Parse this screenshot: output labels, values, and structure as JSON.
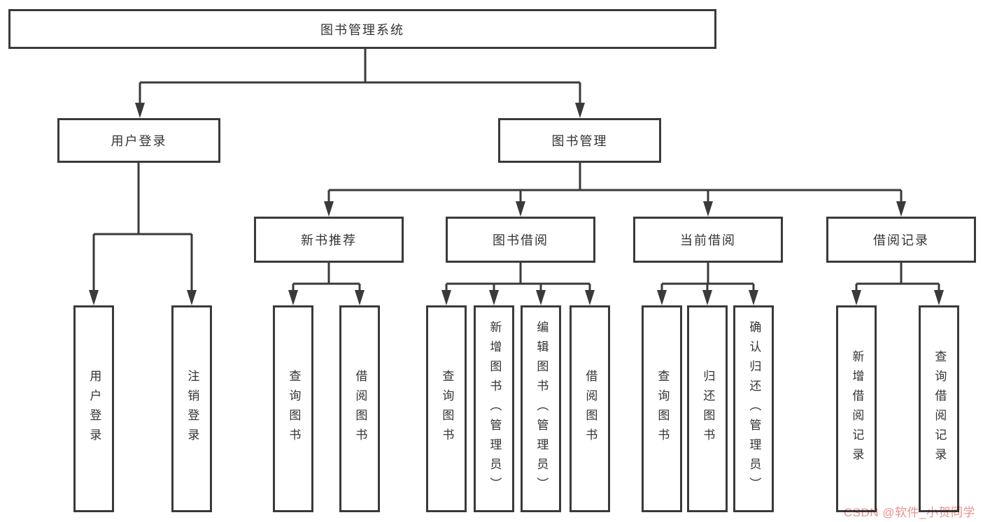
{
  "colors": {
    "line": "#3a3a3a",
    "box_border": "#3a3a3a",
    "box_background": "#ffffff",
    "text": "#333333",
    "watermark": "#ee8383",
    "background": "#ffffff"
  },
  "tree": {
    "root": "图书管理系统",
    "branches": [
      {
        "label": "用户登录",
        "leaves": [
          "用户登录",
          "注销登录"
        ]
      },
      {
        "label": "图书管理",
        "groups": [
          {
            "label": "新书推荐",
            "leaves": [
              "查询图书",
              "借阅图书"
            ]
          },
          {
            "label": "图书借阅",
            "leaves": [
              "查询图书",
              "新增图书（管理员）",
              "编辑图书（管理员）",
              "借阅图书"
            ]
          },
          {
            "label": "当前借阅",
            "leaves": [
              "查询图书",
              "归还图书",
              "确认归还（管理员）"
            ]
          },
          {
            "label": "借阅记录",
            "leaves": [
              "新增借阅记录",
              "查询借阅记录"
            ]
          }
        ]
      }
    ]
  },
  "watermark": {
    "text": "CSDN @软件_小贺同学"
  }
}
